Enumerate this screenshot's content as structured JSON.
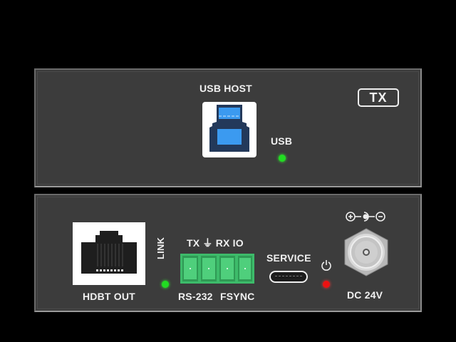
{
  "top_panel": {
    "usb_host_label": "USB HOST",
    "usb_led_label": "USB",
    "usb_led_color": "#22dd22",
    "badge": "TX",
    "port_icon": "usb-b-icon"
  },
  "bottom_panel": {
    "hdbt_label": "HDBT OUT",
    "link_label": "LINK",
    "link_led_color": "#22dd22",
    "terminal_top": {
      "tx": "TX",
      "ground": "⏚",
      "rx": "RX",
      "io": "IO"
    },
    "terminal_bottom": {
      "rs232": "RS-232",
      "fsync": "FSYNC"
    },
    "terminal_color": "#3dbb6a",
    "service_label": "SERVICE",
    "power_icon": "power-icon",
    "power_led_color": "#ee1111",
    "dc_label": "DC 24V",
    "polarity": "⊕-●-⊖"
  }
}
